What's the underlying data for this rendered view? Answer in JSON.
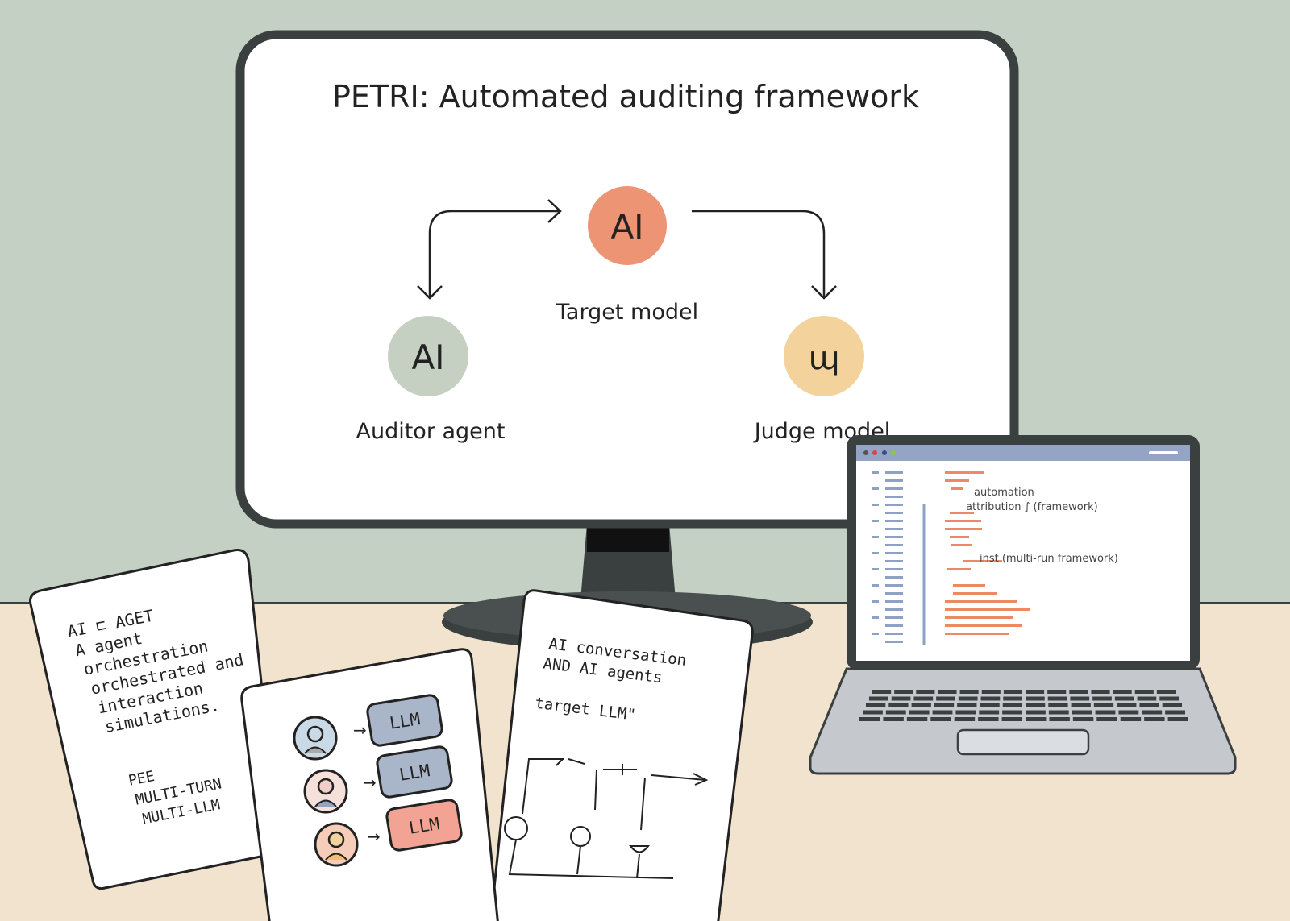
{
  "monitor": {
    "title": "PETRI: Automated auditing framework",
    "nodes": [
      {
        "glyph": "AI",
        "label": "Target model",
        "color": "#ec9474"
      },
      {
        "glyph": "AI",
        "label": "Auditor agent",
        "color": "#c5d0c3"
      },
      {
        "glyph": "ɰ",
        "label": "Judge model",
        "color": "#f3d29c"
      }
    ]
  },
  "laptop": {
    "annotations": [
      "automation",
      "attribution ∫ (framework)",
      "inst (multi-run framework)"
    ]
  },
  "cards": {
    "left": {
      "lines": [
        "AI ⊏ AGET",
        "A agent",
        "orchestration",
        "orchestrated and",
        "interaction",
        "simulations."
      ],
      "footer": [
        "PEE",
        "MULTI-TURN",
        "MULTI-LLM"
      ]
    },
    "middle": {
      "rows": [
        {
          "label": "LLM",
          "color": "#a9b5c8"
        },
        {
          "label": "LLM",
          "color": "#a9b5c8"
        },
        {
          "label": "LLM",
          "color": "#f2a393"
        }
      ]
    },
    "right": {
      "lines": [
        "AI conversation",
        "AND AI agents"
      ],
      "subtitle": "target LLM\""
    }
  },
  "colors": {
    "wall": "#c3d0c3",
    "desk": "#f2e3cf",
    "frame": "#3a3f3f",
    "code_orange": "#ec8a66",
    "code_blue": "#8da1c6"
  }
}
